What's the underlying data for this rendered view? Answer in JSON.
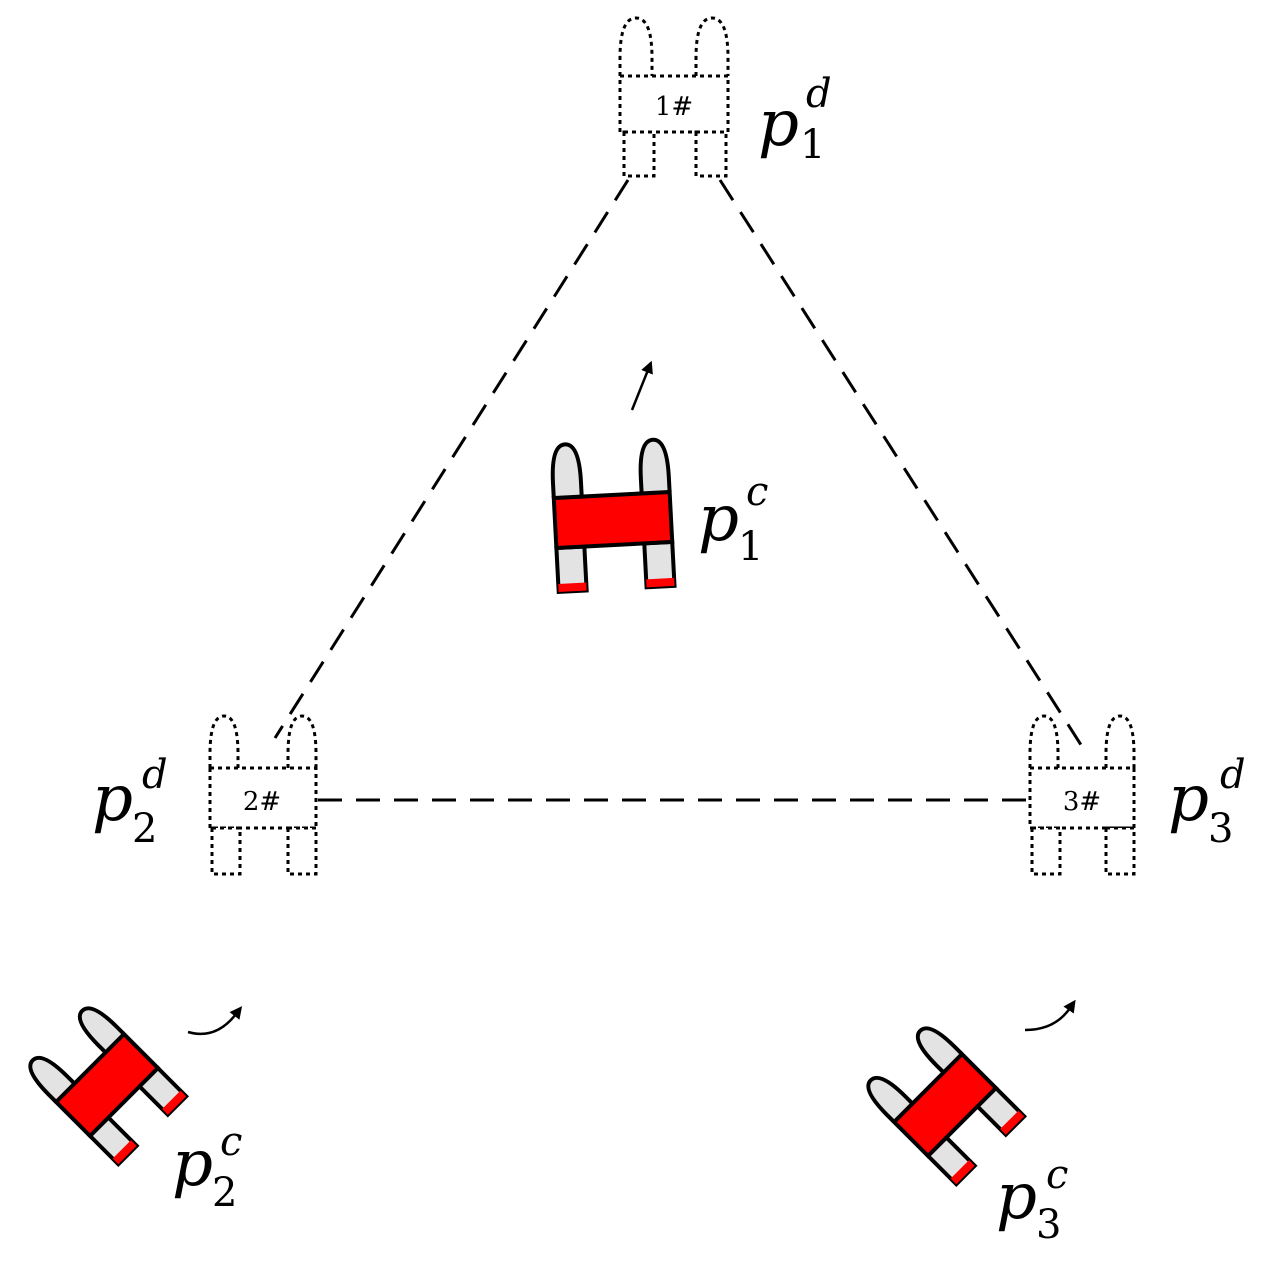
{
  "colors": {
    "robot_body": "#ff0000",
    "pontoon": "#e3e3e3",
    "outline": "#000000"
  },
  "desired": [
    {
      "id": "1#",
      "label": {
        "base": "p",
        "sub": "1",
        "sup": "d"
      }
    },
    {
      "id": "2#",
      "label": {
        "base": "p",
        "sub": "2",
        "sup": "d"
      }
    },
    {
      "id": "3#",
      "label": {
        "base": "p",
        "sub": "3",
        "sup": "d"
      }
    }
  ],
  "current": [
    {
      "label": {
        "base": "p",
        "sub": "1",
        "sup": "c"
      }
    },
    {
      "label": {
        "base": "p",
        "sub": "2",
        "sup": "c"
      }
    },
    {
      "label": {
        "base": "p",
        "sub": "3",
        "sup": "c"
      }
    }
  ],
  "icons": [
    "arrow-icon",
    "robot-icon",
    "ghost-robot-icon"
  ]
}
